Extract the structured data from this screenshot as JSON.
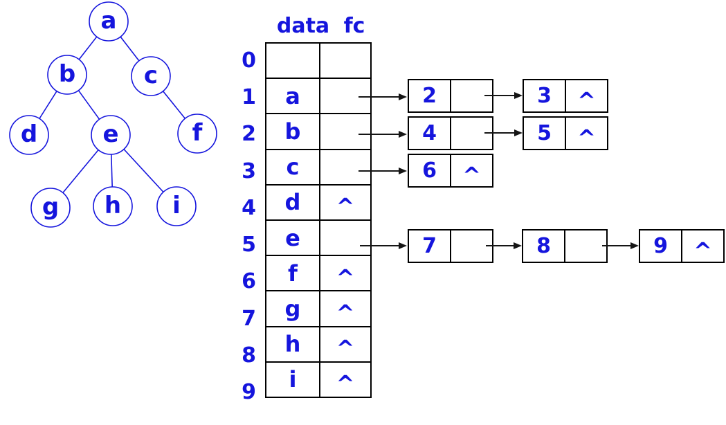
{
  "colors": {
    "primary_blue": "#1515dd",
    "line_black": "#000000"
  },
  "tree": {
    "nodes": {
      "a": {
        "label": "a"
      },
      "b": {
        "label": "b"
      },
      "c": {
        "label": "c"
      },
      "d": {
        "label": "d"
      },
      "e": {
        "label": "e"
      },
      "f": {
        "label": "f"
      },
      "g": {
        "label": "g"
      },
      "h": {
        "label": "h"
      },
      "i": {
        "label": "i"
      }
    },
    "edges": [
      "a-b",
      "a-c",
      "b-d",
      "b-e",
      "c-f",
      "e-g",
      "e-h",
      "e-i"
    ]
  },
  "table": {
    "headers": {
      "data": "data",
      "fc": "fc"
    },
    "rows": [
      {
        "index": "0",
        "data": "",
        "fc": "",
        "hatched": true
      },
      {
        "index": "1",
        "data": "a",
        "fc": ""
      },
      {
        "index": "2",
        "data": "b",
        "fc": ""
      },
      {
        "index": "3",
        "data": "c",
        "fc": ""
      },
      {
        "index": "4",
        "data": "d",
        "fc": "^"
      },
      {
        "index": "5",
        "data": "e",
        "fc": ""
      },
      {
        "index": "6",
        "data": "f",
        "fc": "^"
      },
      {
        "index": "7",
        "data": "g",
        "fc": "^"
      },
      {
        "index": "8",
        "data": "h",
        "fc": "^"
      },
      {
        "index": "9",
        "data": "i",
        "fc": "^"
      }
    ]
  },
  "linked_lists": {
    "row1": {
      "nodes": [
        {
          "value": "2",
          "next": ""
        },
        {
          "value": "3",
          "next": "^"
        }
      ]
    },
    "row2": {
      "nodes": [
        {
          "value": "4",
          "next": ""
        },
        {
          "value": "5",
          "next": "^"
        }
      ]
    },
    "row3": {
      "nodes": [
        {
          "value": "6",
          "next": "^"
        }
      ]
    },
    "row5": {
      "nodes": [
        {
          "value": "7",
          "next": ""
        },
        {
          "value": "8",
          "next": ""
        },
        {
          "value": "9",
          "next": "^"
        }
      ]
    }
  }
}
